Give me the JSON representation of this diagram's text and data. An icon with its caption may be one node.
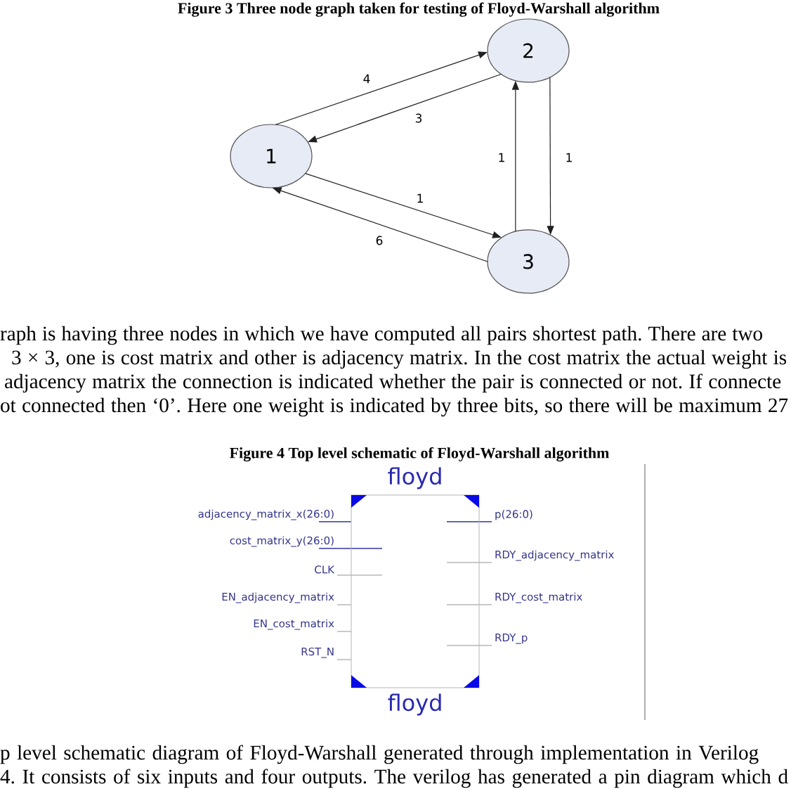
{
  "diagram": {
    "nodes": [
      {
        "text": [
          "1"
        ]
      },
      {
        "text": [
          "2"
        ]
      },
      {
        "text": [
          "3"
        ]
      },
      {
        "text": [
          "floyd",
          "floyd"
        ]
      }
    ],
    "edges": [
      {
        "from": 0,
        "to": 1,
        "arrow": "to",
        "label": "4"
      },
      {
        "from": 1,
        "to": 0,
        "arrow": "to",
        "label": "3"
      },
      {
        "from": 0,
        "to": 2,
        "arrow": "to",
        "label": "1"
      },
      {
        "from": 2,
        "to": 0,
        "arrow": "to",
        "label": "6"
      },
      {
        "from": 2,
        "to": 1,
        "arrow": "to",
        "label": "1"
      },
      {
        "from": 1,
        "to": 2,
        "arrow": "to",
        "label": "1"
      }
    ],
    "labels": [
      "Figure 3 Three node graph taken for testing of Floyd-Warshall algorithm",
      "raph is having three nodes in which we have computed all pairs shortest path. There are two 3 × 3, one is cost matrix and other is adjacency matrix. In the cost matrix the actual weight is adjacency matrix the connection is indicated whether the pair is connected or not. If connecte ot connected then ‘0’. Here one weight is indicated by three bits, so there will be maximum 27",
      "Figure 4 Top level schematic of Floyd-Warshall algorithm",
      "adjacency_matrix_x(26:0)",
      "cost_matrix_y(26:0)",
      "CLK",
      "EN_adjacency_matrix",
      "EN_cost_matrix",
      "RST_N",
      "p(26:0)",
      "RDY_adjacency_matrix",
      "RDY_cost_matrix",
      "RDY_p",
      "p level schematic diagram of Floyd-Warshall generated through implementation in Verilog 4. It consists of six inputs and four outputs. The verilog has generated a pin diagram which d"
    ]
  }
}
